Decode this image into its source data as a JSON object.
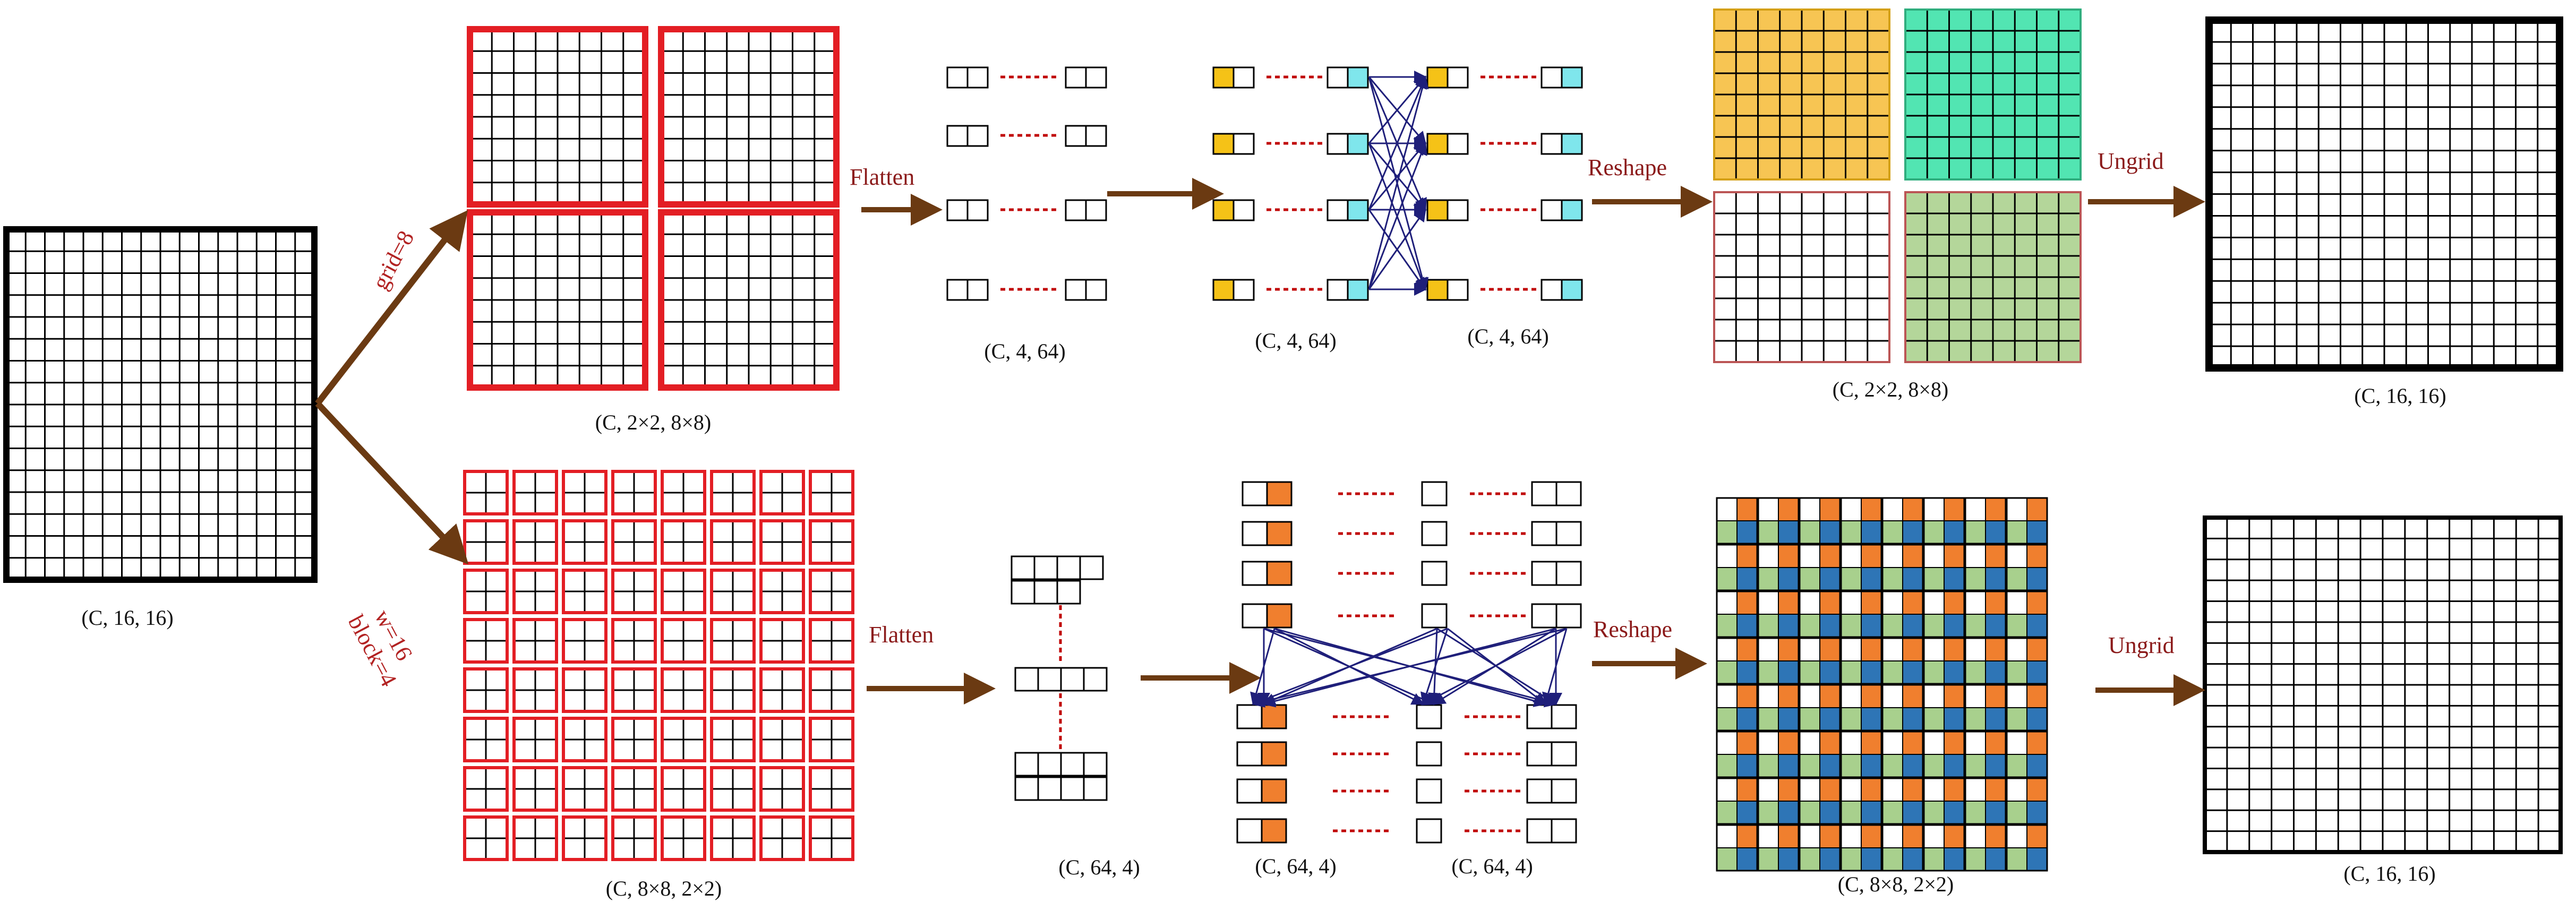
{
  "top_branch": {
    "param_label": "grid=8",
    "op_flatten": "Flatten",
    "op_reshape": "Reshape",
    "op_ungrid": "Ungrid",
    "shape_grid": "(C, 2×2,  8×8)",
    "shape_flat": "(C, 4,  64)",
    "shape_mix_in": "(C, 4,  64)",
    "shape_mix_out": "(C, 4,  64)",
    "shape_reshape": "(C, 2×2,  8×8)",
    "shape_output": "(C, 16, 16)"
  },
  "bottom_branch": {
    "param_label_w": "w=16",
    "param_label_block": "block=4",
    "op_flatten": "Flatten",
    "op_reshape": "Reshape",
    "op_ungrid": "Ungrid",
    "shape_blocks": "(C, 8×8,  2×2)",
    "shape_flat": "(C, 64,  4)",
    "shape_mix_in": "(C, 64,  4)",
    "shape_mix_out": "(C, 64,  4)",
    "shape_reshape": "(C, 8×8,  2×2)",
    "shape_output": "(C, 16, 16)"
  },
  "input": {
    "shape": "(C, 16, 16)"
  },
  "colors": {
    "arrow": "#6b3a12",
    "dash": "#c00000",
    "grid_border": "#e31e24",
    "mix_lines": "#1f1f7a",
    "yellow": "#f5c217",
    "cyan": "#7fe6ec",
    "orange": "#f07f2e",
    "green": "#a8d08d",
    "blue": "#2e75b6",
    "teal": "#52e5b2",
    "gold": "#f7c553",
    "sage": "#b4d69a"
  }
}
